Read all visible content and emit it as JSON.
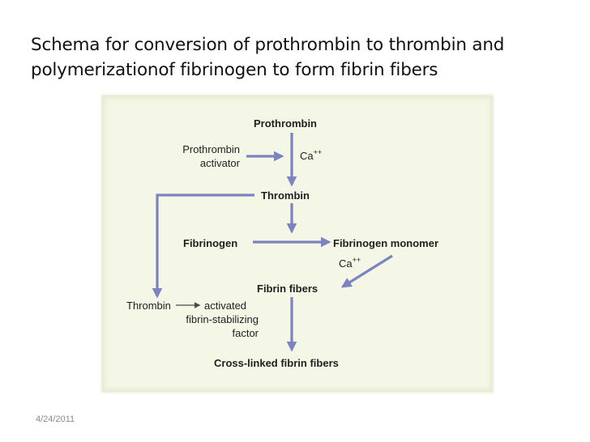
{
  "slide": {
    "title_line1": "Schema for conversion of prothrombin to thrombin and",
    "title_line2": "polymerizationof fibrinogen to form fibrin fibers",
    "date": "4/24/2011"
  },
  "diagram": {
    "arrow_color": "#7b83c0",
    "panel_color": "#f4f6e6",
    "prothrombin": "Prothrombin",
    "prothrombin_activator_line1": "Prothrombin",
    "prothrombin_activator_line2": "activator",
    "ca1": "Ca",
    "ca1_sup": "++",
    "thrombin": "Thrombin",
    "fibrinogen": "Fibrinogen",
    "fibrinogen_monomer": "Fibrinogen monomer",
    "ca2": "Ca",
    "ca2_sup": "++",
    "fibrin_fibers": "Fibrin fibers",
    "thrombin2": "Thrombin",
    "activated": "activated",
    "fsf_line1": "fibrin-stabilizing",
    "fsf_line2": "factor",
    "cross_linked": "Cross-linked fibrin fibers"
  }
}
